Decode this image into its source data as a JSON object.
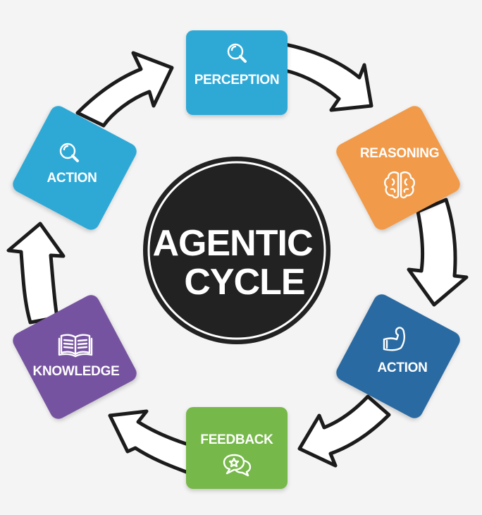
{
  "title": {
    "line1": "AGENTIC",
    "line2": "CYCLE"
  },
  "colors": {
    "background": "#f4f4f4",
    "center": "#222222",
    "arrow_outline": "#1c1c1c",
    "perception": "#2fa9d6",
    "reasoning": "#f19a4a",
    "action_out": "#2a6aa2",
    "feedback": "#76b84a",
    "knowledge": "#7652a0",
    "action_in": "#2fa9d6"
  },
  "nodes": [
    {
      "id": "perception",
      "label": "PERCEPTION",
      "icon": "magnifier-icon"
    },
    {
      "id": "reasoning",
      "label": "REASONING",
      "icon": "brain-icon"
    },
    {
      "id": "action-out",
      "label": "ACTION",
      "icon": "flexed-arm-icon"
    },
    {
      "id": "feedback",
      "label": "FEEDBACK",
      "icon": "chat-star-icon"
    },
    {
      "id": "knowledge",
      "label": "KNOWLEDGE",
      "icon": "open-book-icon"
    },
    {
      "id": "action-in",
      "label": "ACTION",
      "icon": "magnifier-icon"
    }
  ],
  "flow": [
    "perception → reasoning",
    "reasoning → action",
    "action → feedback",
    "feedback → knowledge",
    "knowledge → action",
    "action → perception"
  ]
}
